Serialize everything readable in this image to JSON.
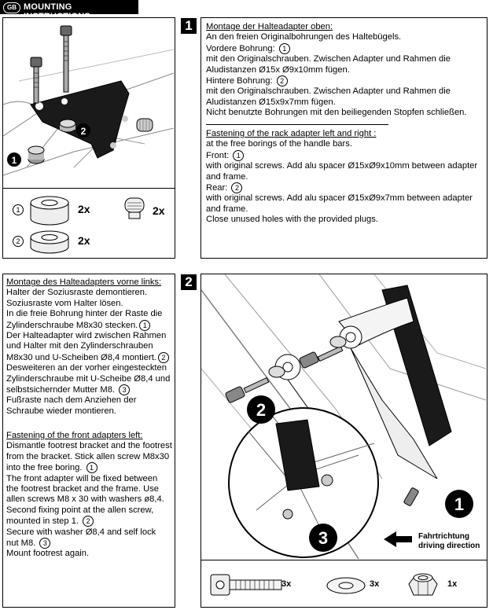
{
  "header": {
    "badge": "GB",
    "title": "MOUNTING INSTRUCTIONS"
  },
  "step1": {
    "number": "1",
    "text_de": [
      {
        "t": "Montage der Halteadapter oben:",
        "u": true
      },
      {
        "t": "An den freien Originalbohrungen des Haltebügels."
      },
      {
        "t": "Vordere Bohrung: ",
        "c": "1"
      },
      {
        "t": "mit den Originalschrauben. Zwischen Adapter und Rahmen die"
      },
      {
        "t": "Aludistanzen Ø15x Ø9x10mm fügen."
      },
      {
        "t": "Hintere Bohrung: ",
        "c": "2"
      },
      {
        "t": "mit den Originalschrauben. Zwischen Adapter und Rahmen die"
      },
      {
        "t": "Aludistanzen Ø15x9x7mm fügen."
      },
      {
        "t": "Nicht benutzte Bohrungen mit den beiliegenden Stopfen schließen."
      }
    ],
    "text_en": [
      {
        "t": "Fastening of the rack adapter left and right :",
        "u": true
      },
      {
        "t": "at the free borings of the handle bars."
      },
      {
        "t": "Front: ",
        "c": "1"
      },
      {
        "t": "with original screws. Add alu spacer Ø15xØ9x10mm between adapter"
      },
      {
        "t": "and frame."
      },
      {
        "t": "Rear: ",
        "c": "2"
      },
      {
        "t": "with original screws. Add alu spacer Ø15xØ9x7mm between adapter"
      },
      {
        "t": "and frame."
      },
      {
        "t": "Close unused holes with the provided plugs."
      }
    ],
    "figure_callouts": [
      "1",
      "2"
    ],
    "parts": [
      {
        "marker": "1",
        "qty": "2x"
      },
      {
        "marker": "2",
        "qty": "2x"
      },
      {
        "qty": "2x"
      }
    ]
  },
  "step2": {
    "number": "2",
    "text_de": [
      {
        "t": "Montage des Halteadapters vorne links:",
        "u": true
      },
      {
        "t": "Halter der Soziusraste demontieren."
      },
      {
        "t": "Soziusraste vom Halter lösen."
      },
      {
        "t": "In die freie Bohrung hinter der Raste die"
      },
      {
        "t": "Zylinderschraube M8x30 stecken.",
        "c": "1"
      },
      {
        "t": "Der Halteadapter wird zwischen Rahmen"
      },
      {
        "t": "und Halter mit den Zylinderschrauben"
      },
      {
        "t": "M8x30 und U-Scheiben Ø8,4 montiert.",
        "c": "2"
      },
      {
        "t": "Desweiteren an der vorher eingesteckten"
      },
      {
        "t": "Zylinderschraube mit U-Scheibe Ø8,4 und"
      },
      {
        "t": "selbstsichernder Mutter M8. ",
        "c": "3"
      },
      {
        "t": "Fußraste nach dem Anziehen der"
      },
      {
        "t": "Schraube wieder montieren."
      }
    ],
    "text_en": [
      {
        "t": "Fastening of the front adapters left:",
        "u": true
      },
      {
        "t": "Dismantle footrest bracket and the footrest"
      },
      {
        "t": "from the bracket. Stick allen screw M8x30"
      },
      {
        "t": "into the free boring. ",
        "c": "1"
      },
      {
        "t": "The front adapter will be fixed between"
      },
      {
        "t": "the footrest bracket and the frame. Use"
      },
      {
        "t": "allen screws M8 x 30 with washers ø8,4."
      },
      {
        "t": "Second fixing point at the allen screw,"
      },
      {
        "t": "mounted in step 1. ",
        "c": "2"
      },
      {
        "t": "Secure with washer Ø8,4 and self lock"
      },
      {
        "t": "nut M8. ",
        "c": "3"
      },
      {
        "t": "Mount footrest again."
      }
    ],
    "figure_callouts": [
      "1",
      "2",
      "3"
    ],
    "direction": {
      "de": "Fahrtrichtung",
      "en": "driving direction"
    },
    "parts": [
      {
        "item": "allen-screw",
        "qty": "3x"
      },
      {
        "item": "washer",
        "qty": "3x"
      },
      {
        "item": "lock-nut",
        "qty": "1x"
      }
    ]
  }
}
